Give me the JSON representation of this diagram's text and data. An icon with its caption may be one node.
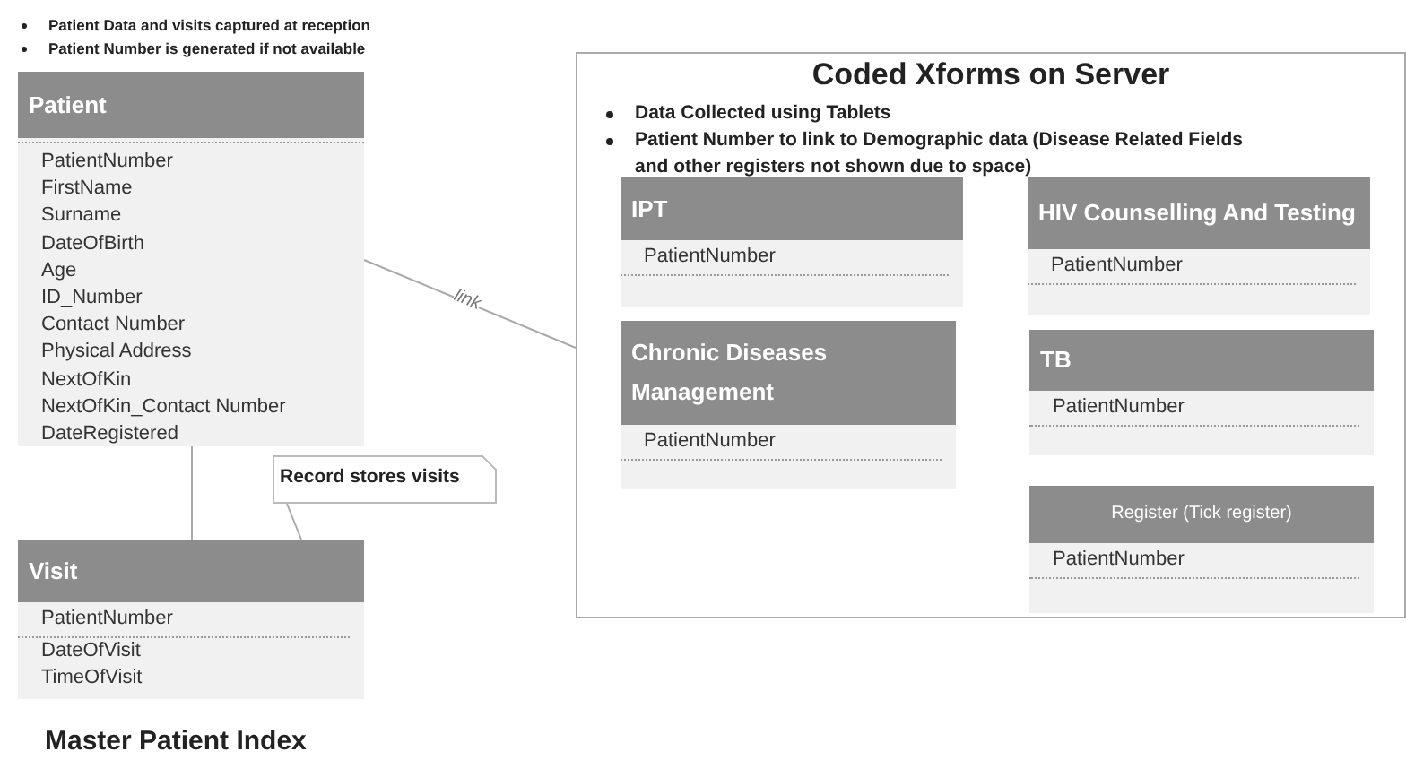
{
  "diagram": {
    "nodes": [
      {
        "text": [
          "Patient",
          "PatientNumber",
          "FirstName",
          "Surname",
          "DateOfBirth",
          "Age",
          "ID_Number",
          "Contact Number",
          "Physical Address",
          "NextOfKin",
          "NextOfKin_Contact Number",
          "DateRegistered"
        ]
      },
      {
        "text": [
          "Visit",
          "PatientNumber",
          "DateOfVisit",
          "TimeOfVisit"
        ]
      },
      {
        "text": [
          "Record stores visits"
        ]
      },
      {
        "text": [
          "Coded Xforms on Server",
          "Data Collected using Tablets",
          "Patient Number to link to Demographic data (Disease Related Fields and other registers not shown due to space)"
        ]
      },
      {
        "text": [
          "IPT",
          "PatientNumber"
        ],
        "in": 3
      },
      {
        "text": [
          "HIV Counselling And Testing",
          "PatientNumber"
        ],
        "in": 3
      },
      {
        "text": [
          "Chronic Diseases Management",
          "PatientNumber"
        ],
        "in": 3
      },
      {
        "text": [
          "TB",
          "PatientNumber"
        ],
        "in": 3
      },
      {
        "text": [
          "Register (Tick register)",
          "PatientNumber"
        ],
        "in": 3
      }
    ],
    "edges": [
      {
        "from": 0,
        "to": 1,
        "arrow": "none"
      },
      {
        "from": 2,
        "to": 1,
        "arrow": "none"
      },
      {
        "from": 0,
        "to": 3,
        "arrow": "none",
        "label": "link"
      }
    ],
    "labels": [
      "Patient Data and visits captured at reception",
      "Patient Number is generated if not available",
      "Master Patient Index"
    ]
  }
}
